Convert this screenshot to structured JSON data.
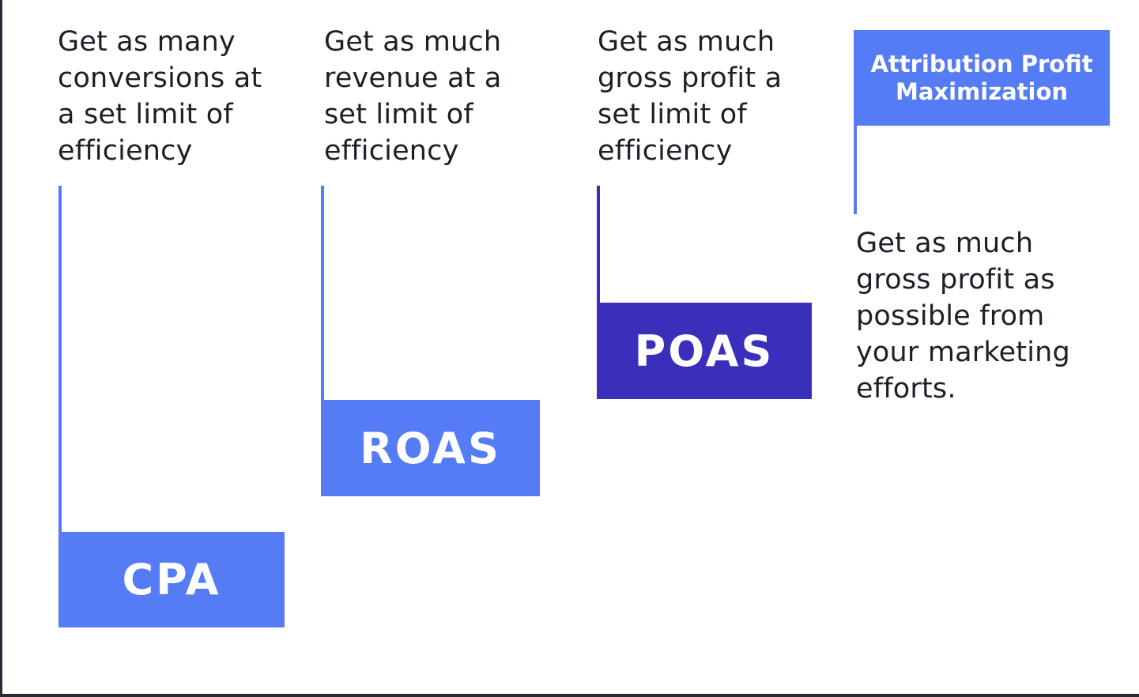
{
  "colors": {
    "blue": "#557cf4",
    "indigo": "#3a2fbb",
    "text": "#1e1e28"
  },
  "columns": [
    {
      "tag": "CPA",
      "description_lines": [
        "Get as many",
        "conversions at",
        "a set limit of",
        "efficiency"
      ]
    },
    {
      "tag": "ROAS",
      "description_lines": [
        "Get as much",
        "revenue at a",
        "set limit of",
        "efficiency"
      ]
    },
    {
      "tag": "POAS",
      "description_lines": [
        "Get as much",
        "gross profit a",
        "set limit of",
        "efficiency"
      ]
    },
    {
      "tag_lines": [
        "Attribution Profit",
        "Maximization"
      ],
      "description_lines": [
        "Get as much",
        "gross profit as",
        "possible from",
        "your marketing",
        "efforts."
      ]
    }
  ]
}
